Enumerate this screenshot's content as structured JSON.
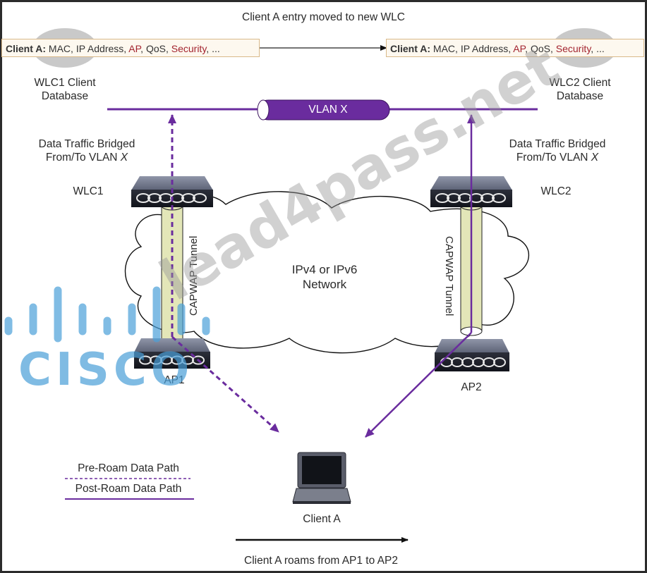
{
  "title": "Client A entry moved to new WLC",
  "wlc1_db": {
    "label_line1": "WLC1 Client",
    "label_line2": "Database",
    "entry": {
      "client": "Client A:",
      "mac": " MAC, IP Address, ",
      "ap": "AP",
      "qos": ", QoS, ",
      "security": "Security",
      "rest": ", ..."
    }
  },
  "wlc2_db": {
    "label_line1": "WLC2 Client",
    "label_line2": "Database",
    "entry": {
      "client": "Client A:",
      "mac": " MAC, IP Address, ",
      "ap": "AP",
      "qos": ", QoS, ",
      "security": "Security",
      "rest": ", ..."
    }
  },
  "vlan": {
    "label": "VLAN X",
    "color": "#6a2c9e"
  },
  "bridged_left": {
    "line1": "Data Traffic Bridged",
    "line2": "From/To VLAN ",
    "italic": "X"
  },
  "bridged_right": {
    "line1": "Data Traffic Bridged",
    "line2": "From/To VLAN ",
    "italic": "X"
  },
  "devices": {
    "wlc1": "WLC1",
    "wlc2": "WLC2",
    "ap1": "AP1",
    "ap2": "AP2",
    "client": "Client A"
  },
  "network": {
    "line1": "IPv4 or IPv6",
    "line2": "Network"
  },
  "tunnel_left": "CAPWAP Tunnel",
  "tunnel_right": "CAPWAP Tunnel",
  "legend": {
    "pre_roam": "Pre-Roam Data Path",
    "post_roam": "Post-Roam Data Path"
  },
  "roam_caption": "Client A roams from AP1 to AP2",
  "watermark": {
    "logo_text": "CISCO",
    "site_text": "lead4pass.net"
  },
  "colors": {
    "path": "#6a2c9e",
    "tunnel_fill": "#e3e6b8",
    "highlight_red": "#a3242f",
    "db_border": "#d9b98a",
    "watermark_blue": "#4a9fd8"
  }
}
